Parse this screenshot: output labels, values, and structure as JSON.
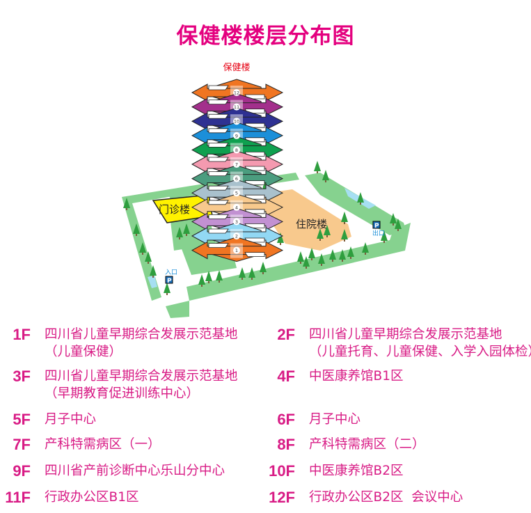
{
  "title": "保健楼楼层分布图",
  "map": {
    "tower_label": "保健楼",
    "outpatient_label": "门诊楼",
    "inpatient_label": "住院楼",
    "entrance_label": "入口",
    "exit_label": "出口",
    "parking_symbol": "P",
    "floors": [
      {
        "num": "12",
        "color": "#f07522"
      },
      {
        "num": "11",
        "color": "#a3308c"
      },
      {
        "num": "10",
        "color": "#2e3192"
      },
      {
        "num": "9",
        "color": "#1b8fd9"
      },
      {
        "num": "8",
        "color": "#0fa04f"
      },
      {
        "num": "7",
        "color": "#f49ab0"
      },
      {
        "num": "6",
        "color": "#4b9d7f"
      },
      {
        "num": "5",
        "color": "#a9c1cd"
      },
      {
        "num": "4",
        "color": "#f8c98d"
      },
      {
        "num": "3",
        "color": "#c291d2"
      },
      {
        "num": "2",
        "color": "#92d8f4"
      },
      {
        "num": "1",
        "color": "#f07522"
      }
    ]
  },
  "legend": [
    {
      "floor": "1F",
      "text": "四川省儿童早期综合发展示范基地\n（儿童保健）"
    },
    {
      "floor": "2F",
      "text": "四川省儿童早期综合发展示范基地\n（儿童托育、儿童保健、入学入园体检）"
    },
    {
      "floor": "3F",
      "text": "四川省儿童早期综合发展示范基地\n（早期教育促进训练中心）"
    },
    {
      "floor": "4F",
      "text": "中医康养馆B1区"
    },
    {
      "floor": "5F",
      "text": "月子中心"
    },
    {
      "floor": "6F",
      "text": "月子中心"
    },
    {
      "floor": "7F",
      "text": "产科特需病区（一）"
    },
    {
      "floor": "8F",
      "text": "产科特需病区（二）"
    },
    {
      "floor": "9F",
      "text": "四川省产前诊断中心乐山分中心"
    },
    {
      "floor": "10F",
      "text": "中医康养馆B2区"
    },
    {
      "floor": "11F",
      "text": "行政办公区B1区"
    },
    {
      "floor": "12F",
      "text": "行政办公区B2区  会议中心"
    }
  ]
}
